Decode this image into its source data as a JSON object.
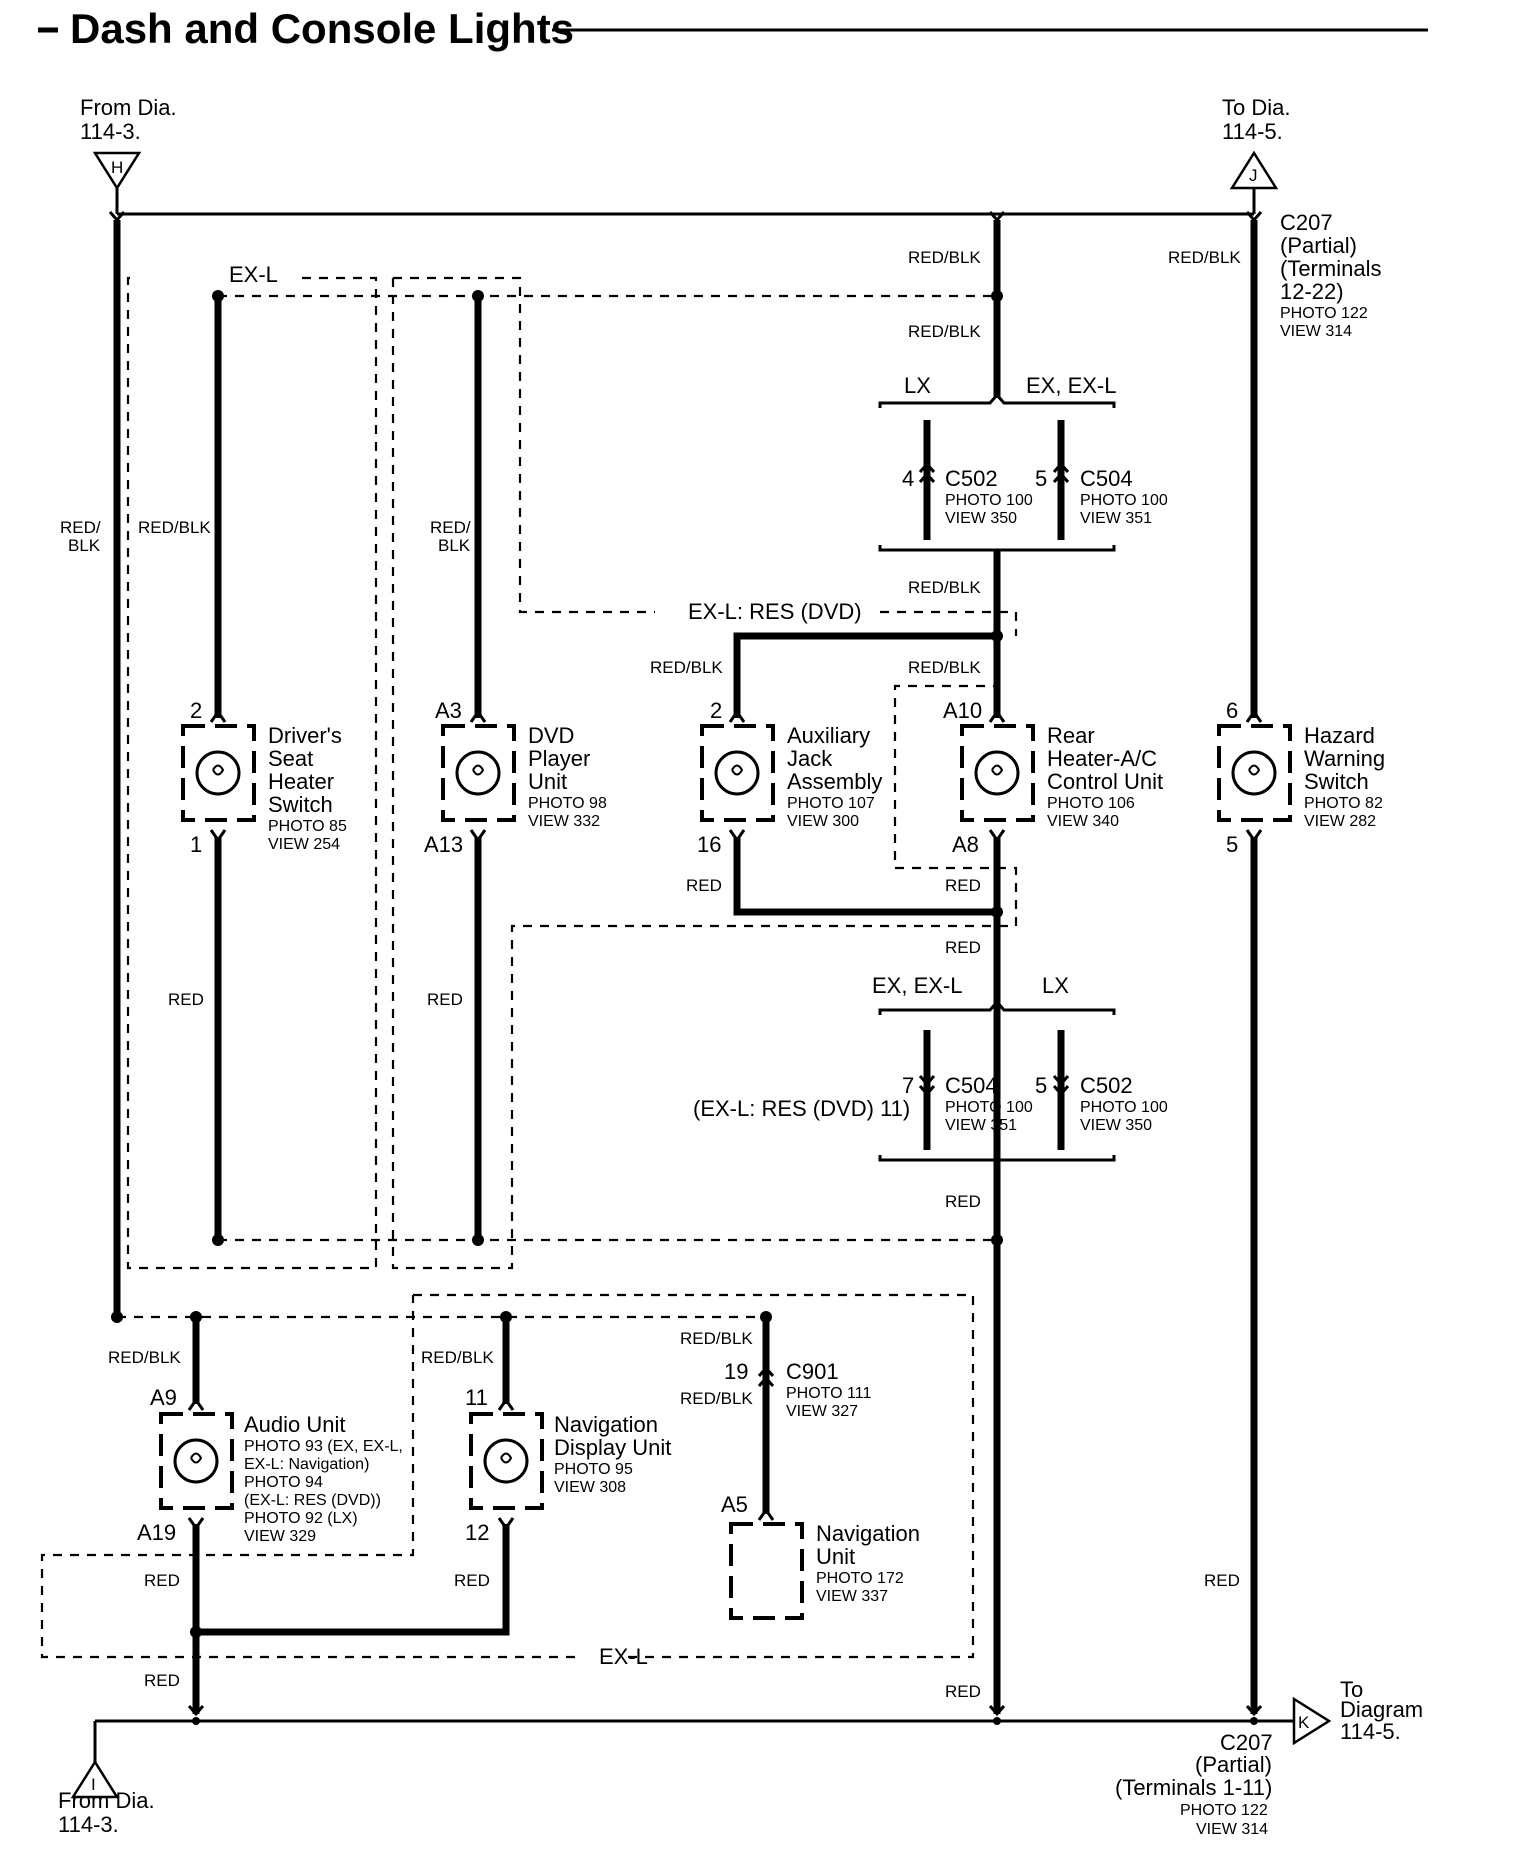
{
  "title": "Dash and Console Lights",
  "refs": {
    "from_h": [
      "From Dia.",
      "114-3."
    ],
    "to_j": [
      "To Dia.",
      "114-5."
    ],
    "from_i": [
      "From Dia.",
      "114-3."
    ],
    "to_k": [
      "To",
      "Diagram",
      "114-5."
    ],
    "h": "H",
    "j": "J",
    "i": "I",
    "k": "K"
  },
  "c207_top": [
    "C207",
    "(Partial)",
    "(Terminals",
    "12-22)"
  ],
  "c207_top_photo": [
    "PHOTO 122",
    "VIEW 314"
  ],
  "c207_bottom": [
    "C207",
    "(Partial)",
    "(Terminals 1-11)"
  ],
  "c207_bottom_photo": [
    "PHOTO 122",
    "VIEW 314"
  ],
  "variants": {
    "exl": "EX-L",
    "exl_res": "EX-L: RES (DVD)",
    "lx": "LX",
    "ex_exl": "EX, EX-L",
    "exl_res_pin": "(EX-L: RES (DVD) 11)"
  },
  "wires": {
    "red_blk": "RED/BLK",
    "red_blk_2line": [
      "RED/",
      "BLK"
    ],
    "red": "RED"
  },
  "connectors": {
    "c502_top": {
      "pin": "4",
      "name": "C502",
      "photo": "PHOTO 100",
      "view": "VIEW 350"
    },
    "c504_top": {
      "pin": "5",
      "name": "C504",
      "photo": "PHOTO 100",
      "view": "VIEW 351"
    },
    "c504_bottom": {
      "pin": "7",
      "name": "C504",
      "photo": "PHOTO 100",
      "view": "VIEW 351"
    },
    "c502_bottom": {
      "pin": "5",
      "name": "C502",
      "photo": "PHOTO 100",
      "view": "VIEW 350"
    },
    "c901": {
      "pin": "19",
      "name": "C901",
      "photo": "PHOTO 111",
      "view": "VIEW 327"
    }
  },
  "components": {
    "drivers_seat": {
      "pin_top": "2",
      "pin_bottom": "1",
      "name": [
        "Driver's",
        "Seat",
        "Heater",
        "Switch"
      ],
      "photo": "PHOTO 85",
      "view": "VIEW 254"
    },
    "dvd_player": {
      "pin_top": "A3",
      "pin_bottom": "A13",
      "name": [
        "DVD",
        "Player",
        "Unit"
      ],
      "photo": "PHOTO 98",
      "view": "VIEW 332"
    },
    "aux_jack": {
      "pin_top": "2",
      "pin_bottom": "16",
      "name": [
        "Auxiliary",
        "Jack",
        "Assembly"
      ],
      "photo": "PHOTO 107",
      "view": "VIEW 300"
    },
    "rear_heater": {
      "pin_top": "A10",
      "pin_bottom": "A8",
      "name": [
        "Rear",
        "Heater-A/C",
        "Control Unit"
      ],
      "photo": "PHOTO 106",
      "view": "VIEW 340"
    },
    "hazard": {
      "pin_top": "6",
      "pin_bottom": "5",
      "name": [
        "Hazard",
        "Warning",
        "Switch"
      ],
      "photo": "PHOTO 82",
      "view": "VIEW 282"
    },
    "audio": {
      "pin_top": "A9",
      "pin_bottom": "A19",
      "name": [
        "Audio Unit"
      ],
      "photo_lines": [
        "PHOTO 93 (EX, EX-L,",
        "EX-L: Navigation)",
        "PHOTO 94",
        "(EX-L: RES (DVD))",
        "PHOTO 92 (LX)",
        "VIEW 329"
      ]
    },
    "nav_display": {
      "pin_top": "11",
      "pin_bottom": "12",
      "name": [
        "Navigation",
        "Display Unit"
      ],
      "photo": "PHOTO 95",
      "view": "VIEW 308"
    },
    "nav_unit": {
      "pin_top": "A5",
      "name": [
        "Navigation",
        "Unit"
      ],
      "photo": "PHOTO 172",
      "view": "VIEW 337"
    }
  }
}
